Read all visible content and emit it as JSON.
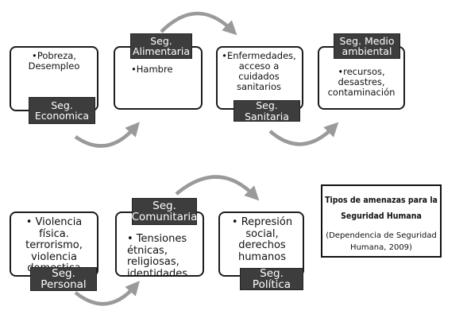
{
  "colors": {
    "label_bg": "#3d3d3d",
    "label_text": "#ffffff",
    "border": "#1c1c1c",
    "arrow": "#9a9a9a"
  },
  "row1": {
    "economica": {
      "label": "Seg.\nEconomica",
      "text": "•Pobreza,\nDesempleo"
    },
    "alimentaria": {
      "label": "Seg.\nAlimentaria",
      "text": "•Hambre"
    },
    "sanitaria": {
      "label": "Seg. Sanitaria",
      "text": "•Enfermedades,\nacceso a\ncuidados\nsanitarios"
    },
    "medio_ambiental": {
      "label": "Seg. Medio\nambiental",
      "text": "•recursos,\ndesastres,\ncontaminación"
    }
  },
  "row2": {
    "personal": {
      "label": "Seg. Personal",
      "text": "• Violencia física.\nterrorismo,\nviolencia\ndomestica"
    },
    "comunitaria": {
      "label": "Seg.\nComunitaria",
      "text": "• Tensiones\nétnicas,\nreligiosas,\nidentidades"
    },
    "politica": {
      "label": "Seg. Política",
      "text": "• Represión\nsocial,\nderechos\nhumanos"
    }
  },
  "legend": {
    "title": "Tipos de amenazas para la\nSeguridad Humana",
    "note": "(Dependencia de Seguridad\nHumana, 2009)"
  },
  "arrow_icons": [
    "curved-arrow-icon"
  ]
}
